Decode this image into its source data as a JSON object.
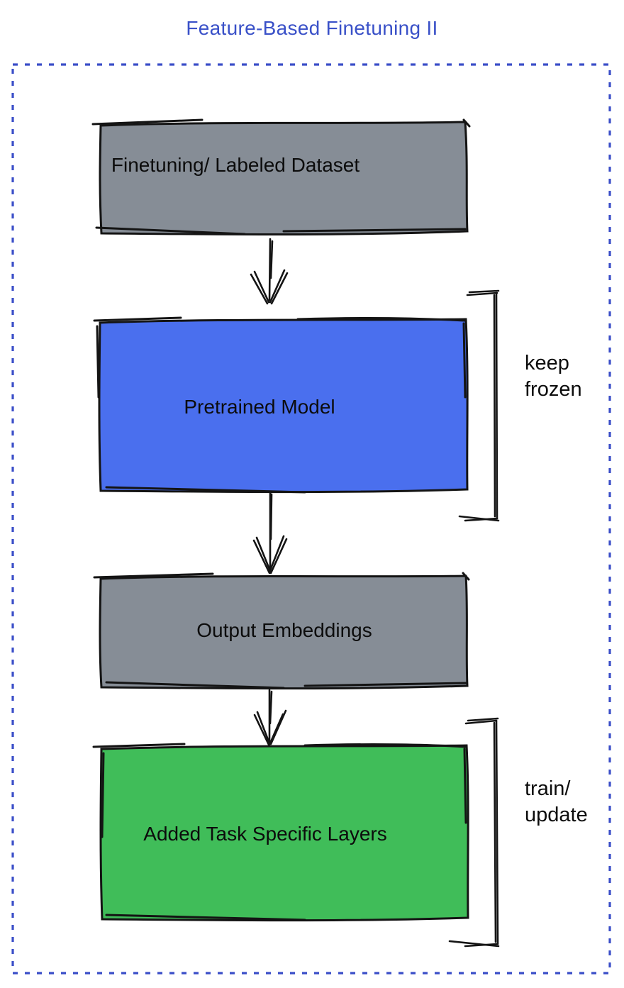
{
  "title": "Feature-Based Finetuning II",
  "nodes": [
    {
      "id": "finetuning-dataset",
      "label": "Finetuning/ Labeled Dataset",
      "fill": "#868D96"
    },
    {
      "id": "pretrained-model",
      "label": "Pretrained Model",
      "fill": "#4A6FEE"
    },
    {
      "id": "output-embeddings",
      "label": "Output Embeddings",
      "fill": "#868D96"
    },
    {
      "id": "task-layers",
      "label": "Added Task Specific Layers",
      "fill": "#40BD59"
    }
  ],
  "annotations": [
    {
      "target": "pretrained-model",
      "lines": [
        "keep",
        "frozen"
      ]
    },
    {
      "target": "task-layers",
      "lines": [
        "train/",
        "update"
      ]
    }
  ],
  "colors": {
    "title_blue": "#3A51C8",
    "dashed_border_blue": "#3A4EC8",
    "box_gray": "#868D96",
    "box_blue": "#4A6FEE",
    "box_green": "#40BD59",
    "ink": "#141414"
  }
}
